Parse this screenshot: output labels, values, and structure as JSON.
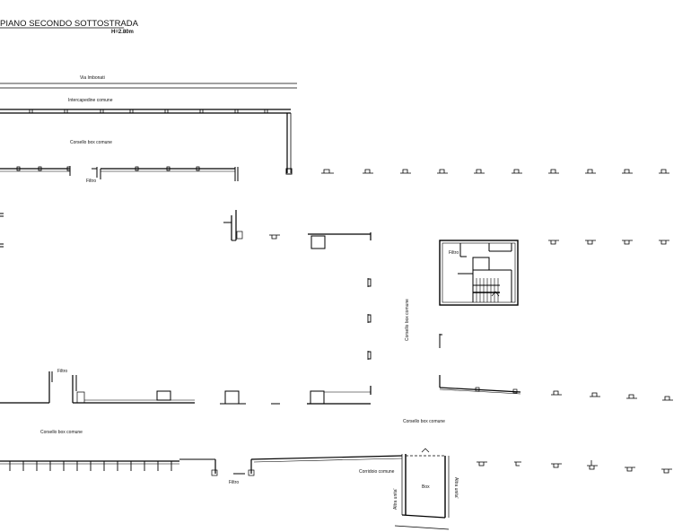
{
  "header": {
    "title": "PIANO SECONDO SOTTOSTRADA",
    "height_note": "H=2.80m"
  },
  "labels": {
    "street": "Via Imbonati",
    "cavity": "Intercapedine comune",
    "aisle_top": "Corsello box comune",
    "filter_top": "Filtro",
    "filter_stair": "Filtro",
    "aisle_vertical": "Corsello box comune",
    "filter_mid": "Filtro",
    "aisle_bottom_right": "Corsello box comune",
    "aisle_bottom_left": "Corsello box comune",
    "filter_bottom": "Filtro",
    "corridor": "Corridoio comune",
    "box": "Box",
    "other_unit_left": "Altra unita'",
    "other_unit_right": "Altra unita'"
  }
}
